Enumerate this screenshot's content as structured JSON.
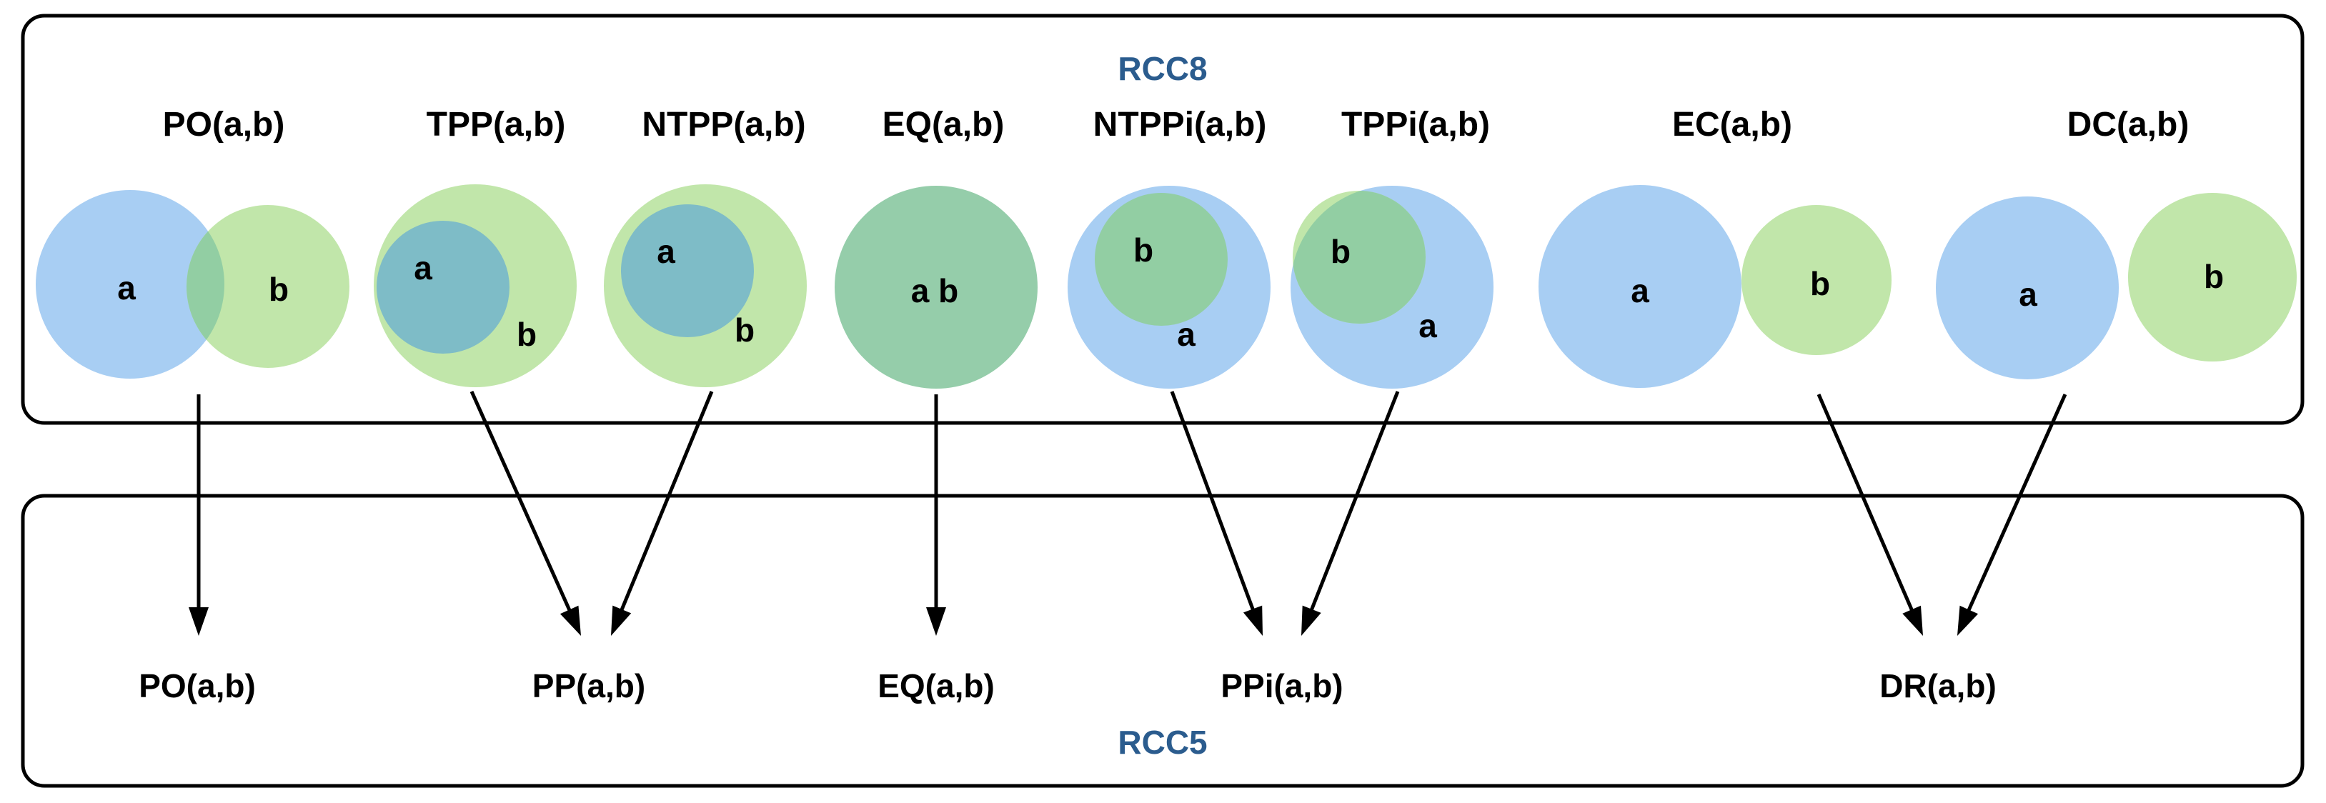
{
  "colors": {
    "background": "#ffffff",
    "box_border": "#000000",
    "title_blue": "#2B5C8E",
    "circle_blue": "#A8CEF3",
    "circle_green": "#C1E6AA",
    "overlap_blue_over_green": "#7EBCC7",
    "overlap_green_over_blue": "#92CEA3",
    "eq_fill": "#95CDAA",
    "eq_letter_color": "#3E5F3F",
    "label_color": "#000000",
    "arrow_color": "#000000"
  },
  "rcc8": {
    "title": "RCC8",
    "relations": [
      {
        "id": "po",
        "label": "PO(a,b)",
        "regions": {
          "a": "a",
          "b": "b"
        }
      },
      {
        "id": "tpp",
        "label": "TPP(a,b)",
        "regions": {
          "a": "a",
          "b": "b"
        }
      },
      {
        "id": "ntpp",
        "label": "NTPP(a,b)",
        "regions": {
          "a": "a",
          "b": "b"
        }
      },
      {
        "id": "eq",
        "label": "EQ(a,b)",
        "regions": {
          "ab": "a b"
        }
      },
      {
        "id": "ntppi",
        "label": "NTPPi(a,b)",
        "regions": {
          "a": "a",
          "b": "b"
        }
      },
      {
        "id": "tppi",
        "label": "TPPi(a,b)",
        "regions": {
          "a": "a",
          "b": "b"
        }
      },
      {
        "id": "ec",
        "label": "EC(a,b)",
        "regions": {
          "a": "a",
          "b": "b"
        }
      },
      {
        "id": "dc",
        "label": "DC(a,b)",
        "regions": {
          "a": "a",
          "b": "b"
        }
      }
    ]
  },
  "rcc5": {
    "title": "RCC5",
    "relations": [
      {
        "id": "po5",
        "label": "PO(a,b)"
      },
      {
        "id": "pp5",
        "label": "PP(a,b)"
      },
      {
        "id": "eq5",
        "label": "EQ(a,b)"
      },
      {
        "id": "ppi5",
        "label": "PPi(a,b)"
      },
      {
        "id": "dr5",
        "label": "DR(a,b)"
      }
    ]
  },
  "mappings": [
    {
      "from": "po",
      "to": "po5"
    },
    {
      "from": "tpp",
      "to": "pp5"
    },
    {
      "from": "ntpp",
      "to": "pp5"
    },
    {
      "from": "eq",
      "to": "eq5"
    },
    {
      "from": "ntppi",
      "to": "ppi5"
    },
    {
      "from": "tppi",
      "to": "ppi5"
    },
    {
      "from": "ec",
      "to": "dr5"
    },
    {
      "from": "dc",
      "to": "dr5"
    }
  ]
}
